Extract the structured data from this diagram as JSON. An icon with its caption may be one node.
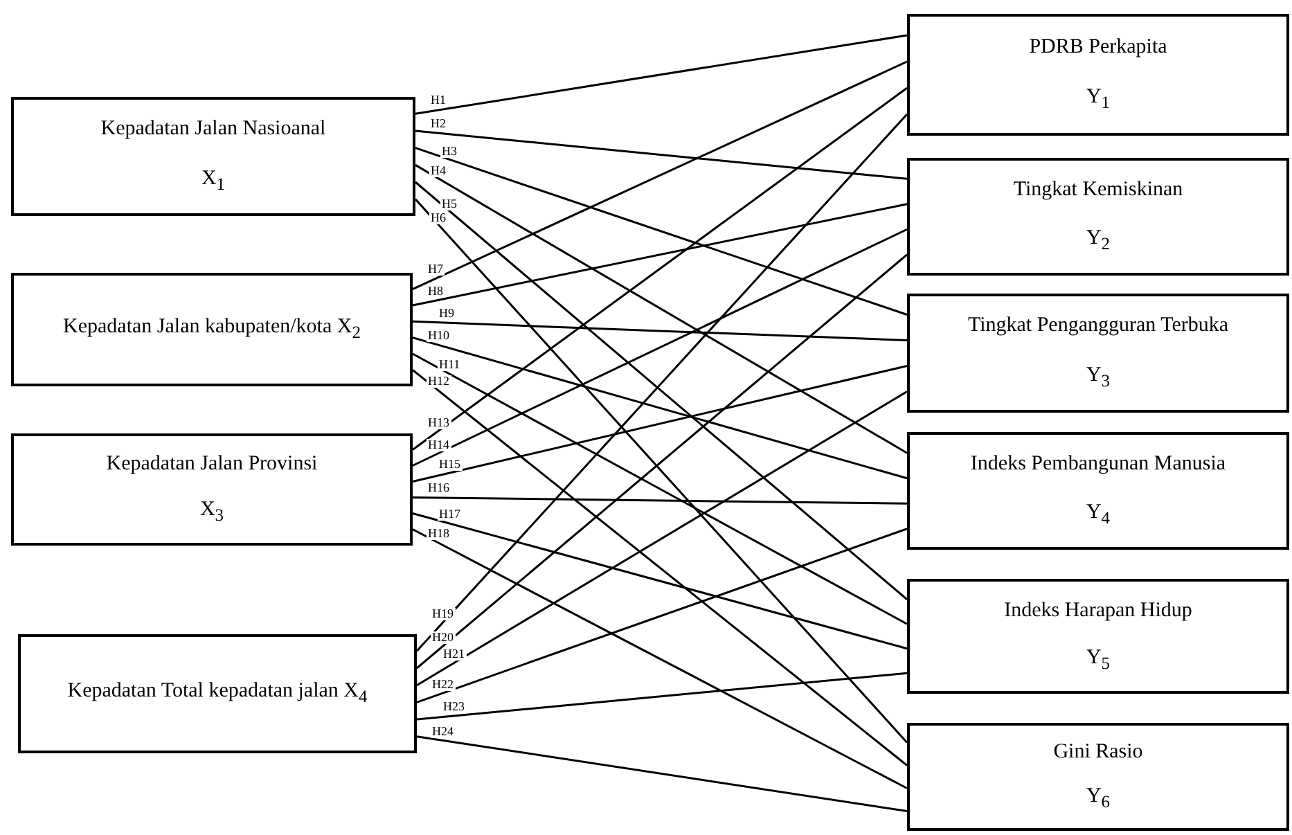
{
  "diagram": {
    "nodes": [
      {
        "text": [
          "Kepadatan Jalan Nasioanal",
          "X$_{1}$"
        ]
      },
      {
        "text": [
          "Kepadatan Jalan kabupaten/kota X$_{2}$"
        ]
      },
      {
        "text": [
          "Kepadatan Jalan Provinsi",
          "X$_{3}$"
        ]
      },
      {
        "text": [
          "Kepadatan Total kepadatan jalan X$_{4}$"
        ]
      },
      {
        "text": [
          "PDRB Perkapita",
          "Y$_{1}$"
        ]
      },
      {
        "text": [
          "Tingkat Kemiskinan",
          "Y$_{2}$"
        ]
      },
      {
        "text": [
          "Tingkat Pengangguran Terbuka",
          "Y$_{3}$"
        ]
      },
      {
        "text": [
          "Indeks Pembangunan Manusia",
          "Y$_{4}$"
        ]
      },
      {
        "text": [
          "Indeks Harapan Hidup",
          "Y$_{5}$"
        ]
      },
      {
        "text": [
          "Gini Rasio",
          "Y$_{6}$"
        ]
      }
    ],
    "edges": [
      {
        "from": 0,
        "to": 4,
        "arrow": "none",
        "label": "H1"
      },
      {
        "from": 0,
        "to": 5,
        "arrow": "none",
        "label": "H2"
      },
      {
        "from": 0,
        "to": 6,
        "arrow": "none",
        "label": "H3"
      },
      {
        "from": 0,
        "to": 7,
        "arrow": "none",
        "label": "H4"
      },
      {
        "from": 0,
        "to": 8,
        "arrow": "none",
        "label": "H5"
      },
      {
        "from": 0,
        "to": 9,
        "arrow": "none",
        "label": "H6"
      },
      {
        "from": 1,
        "to": 4,
        "arrow": "none",
        "label": "H7"
      },
      {
        "from": 1,
        "to": 5,
        "arrow": "none",
        "label": "H8"
      },
      {
        "from": 1,
        "to": 6,
        "arrow": "none",
        "label": "H9"
      },
      {
        "from": 1,
        "to": 7,
        "arrow": "none",
        "label": "H10"
      },
      {
        "from": 1,
        "to": 8,
        "arrow": "none",
        "label": "H11"
      },
      {
        "from": 1,
        "to": 9,
        "arrow": "none",
        "label": "H12"
      },
      {
        "from": 2,
        "to": 4,
        "arrow": "none",
        "label": "H13"
      },
      {
        "from": 2,
        "to": 5,
        "arrow": "none",
        "label": "H14"
      },
      {
        "from": 2,
        "to": 6,
        "arrow": "none",
        "label": "H15"
      },
      {
        "from": 2,
        "to": 7,
        "arrow": "none",
        "label": "H16"
      },
      {
        "from": 2,
        "to": 8,
        "arrow": "none",
        "label": "H17"
      },
      {
        "from": 2,
        "to": 9,
        "arrow": "none",
        "label": "H18"
      },
      {
        "from": 3,
        "to": 4,
        "arrow": "none",
        "label": "H19"
      },
      {
        "from": 3,
        "to": 5,
        "arrow": "none",
        "label": "H20"
      },
      {
        "from": 3,
        "to": 6,
        "arrow": "none",
        "label": "H21"
      },
      {
        "from": 3,
        "to": 7,
        "arrow": "none",
        "label": "H22"
      },
      {
        "from": 3,
        "to": 8,
        "arrow": "none",
        "label": "H23"
      },
      {
        "from": 3,
        "to": 9,
        "arrow": "none",
        "label": "H24"
      }
    ]
  }
}
